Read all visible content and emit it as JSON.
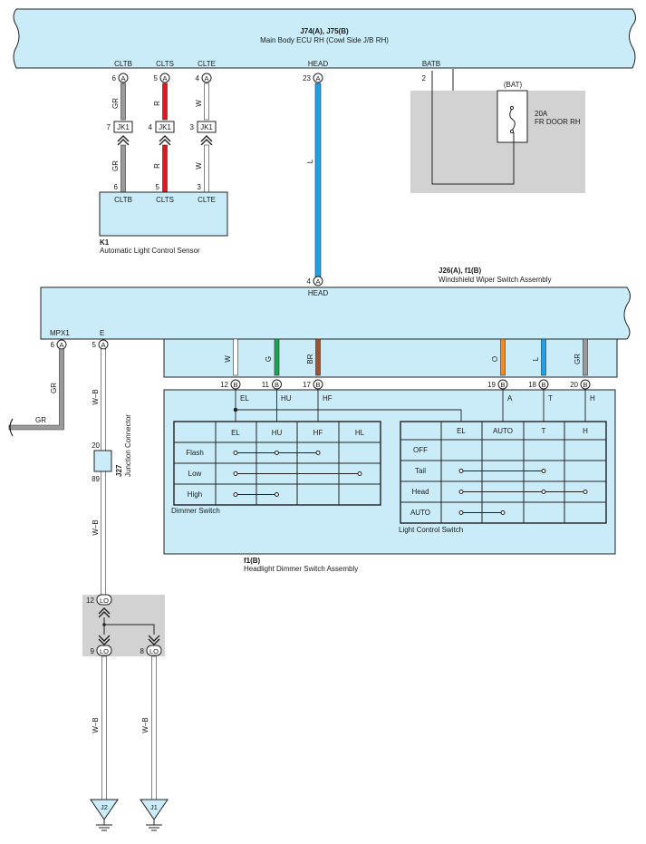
{
  "ecu": {
    "connectors": "J74(A), J75(B)",
    "name": "Main Body ECU RH (Cowl Side J/B RH)",
    "pins": [
      {
        "label": "CLTB",
        "num": "6",
        "conn": "A"
      },
      {
        "label": "CLTS",
        "num": "5",
        "conn": "A"
      },
      {
        "label": "CLTE",
        "num": "4",
        "conn": "A"
      },
      {
        "label": "HEAD",
        "num": "23",
        "conn": "A"
      },
      {
        "label": "BATB",
        "num": "2"
      }
    ]
  },
  "fuse": {
    "source": "(BAT)",
    "rating": "20A",
    "name": "FR DOOR RH"
  },
  "sensor_wires": [
    {
      "color_code_top": "GR",
      "jk_pin": "7",
      "jk": "JK1",
      "color_code_bottom": "GR",
      "pin_bottom": "6",
      "color": "#9a9a9a"
    },
    {
      "color_code_top": "R",
      "jk_pin": "4",
      "jk": "JK1",
      "color_code_bottom": "R",
      "pin_bottom": "5",
      "color": "#e0161e"
    },
    {
      "color_code_top": "W",
      "jk_pin": "3",
      "jk": "JK1",
      "color_code_bottom": "W",
      "pin_bottom": "3",
      "color": "#ffffff"
    }
  ],
  "sensor": {
    "id": "K1",
    "name": "Automatic Light Control Sensor",
    "pins": [
      "CLTB",
      "CLTS",
      "CLTE"
    ]
  },
  "head_wire": {
    "color_code": "L",
    "color": "#1aa3e8"
  },
  "wiper_switch": {
    "connectors": "J26(A), f1(B)",
    "name": "Windshield Wiper Switch Assembly",
    "head_pin": {
      "num": "4",
      "conn": "A",
      "label": "HEAD"
    },
    "mpx1": {
      "label": "MPX1",
      "num": "6",
      "conn": "A"
    },
    "e": {
      "label": "E",
      "num": "5",
      "conn": "A"
    }
  },
  "inner_wires": [
    {
      "code": "W",
      "color": "#ffffff",
      "num": "12",
      "label": "EL"
    },
    {
      "code": "G",
      "color": "#1aa64a",
      "num": "11",
      "label": "HU"
    },
    {
      "code": "BR",
      "color": "#a0522d",
      "num": "17",
      "label": "HF"
    },
    {
      "code": "O",
      "color": "#f58a1f",
      "num": "19",
      "label": "A"
    },
    {
      "code": "L",
      "color": "#1aa3e8",
      "num": "18",
      "label": "T"
    },
    {
      "code": "GR",
      "color": "#9a9a9a",
      "num": "20",
      "label": "H"
    }
  ],
  "inner_conn": "B",
  "dimmer_table": {
    "title": "Dimmer Switch",
    "cols": [
      "EL",
      "HU",
      "HF",
      "HL"
    ],
    "rows": [
      "Flash",
      "Low",
      "High"
    ],
    "links": [
      [
        0,
        1,
        2
      ],
      [
        0,
        3
      ],
      [
        0,
        1
      ]
    ]
  },
  "light_table": {
    "title": "Light Control Switch",
    "cols": [
      "EL",
      "AUTO",
      "T",
      "H"
    ],
    "rows": [
      "OFF",
      "Tail",
      "Head",
      "AUTO"
    ],
    "links": [
      [],
      [
        0,
        2
      ],
      [
        0,
        2,
        3
      ],
      [
        0,
        1
      ]
    ]
  },
  "dimmer_assy": {
    "id": "f1(B)",
    "name": "Headlight Dimmer Switch Assembly"
  },
  "left_wire": {
    "code": "GR",
    "code2": "GR",
    "color": "#9a9a9a"
  },
  "ground_wire": {
    "code1": "W–B",
    "code2": "W–B"
  },
  "junction": {
    "pin_top": "20",
    "pin_bottom": "89",
    "id": "J27",
    "name": "Junction Connector"
  },
  "lo_conn": {
    "label": "LO",
    "in_pin": "12",
    "out1": "9",
    "out2": "8"
  },
  "grounds": [
    {
      "id": "J2",
      "code": "W–B"
    },
    {
      "id": "J1",
      "code": "W–B"
    }
  ]
}
